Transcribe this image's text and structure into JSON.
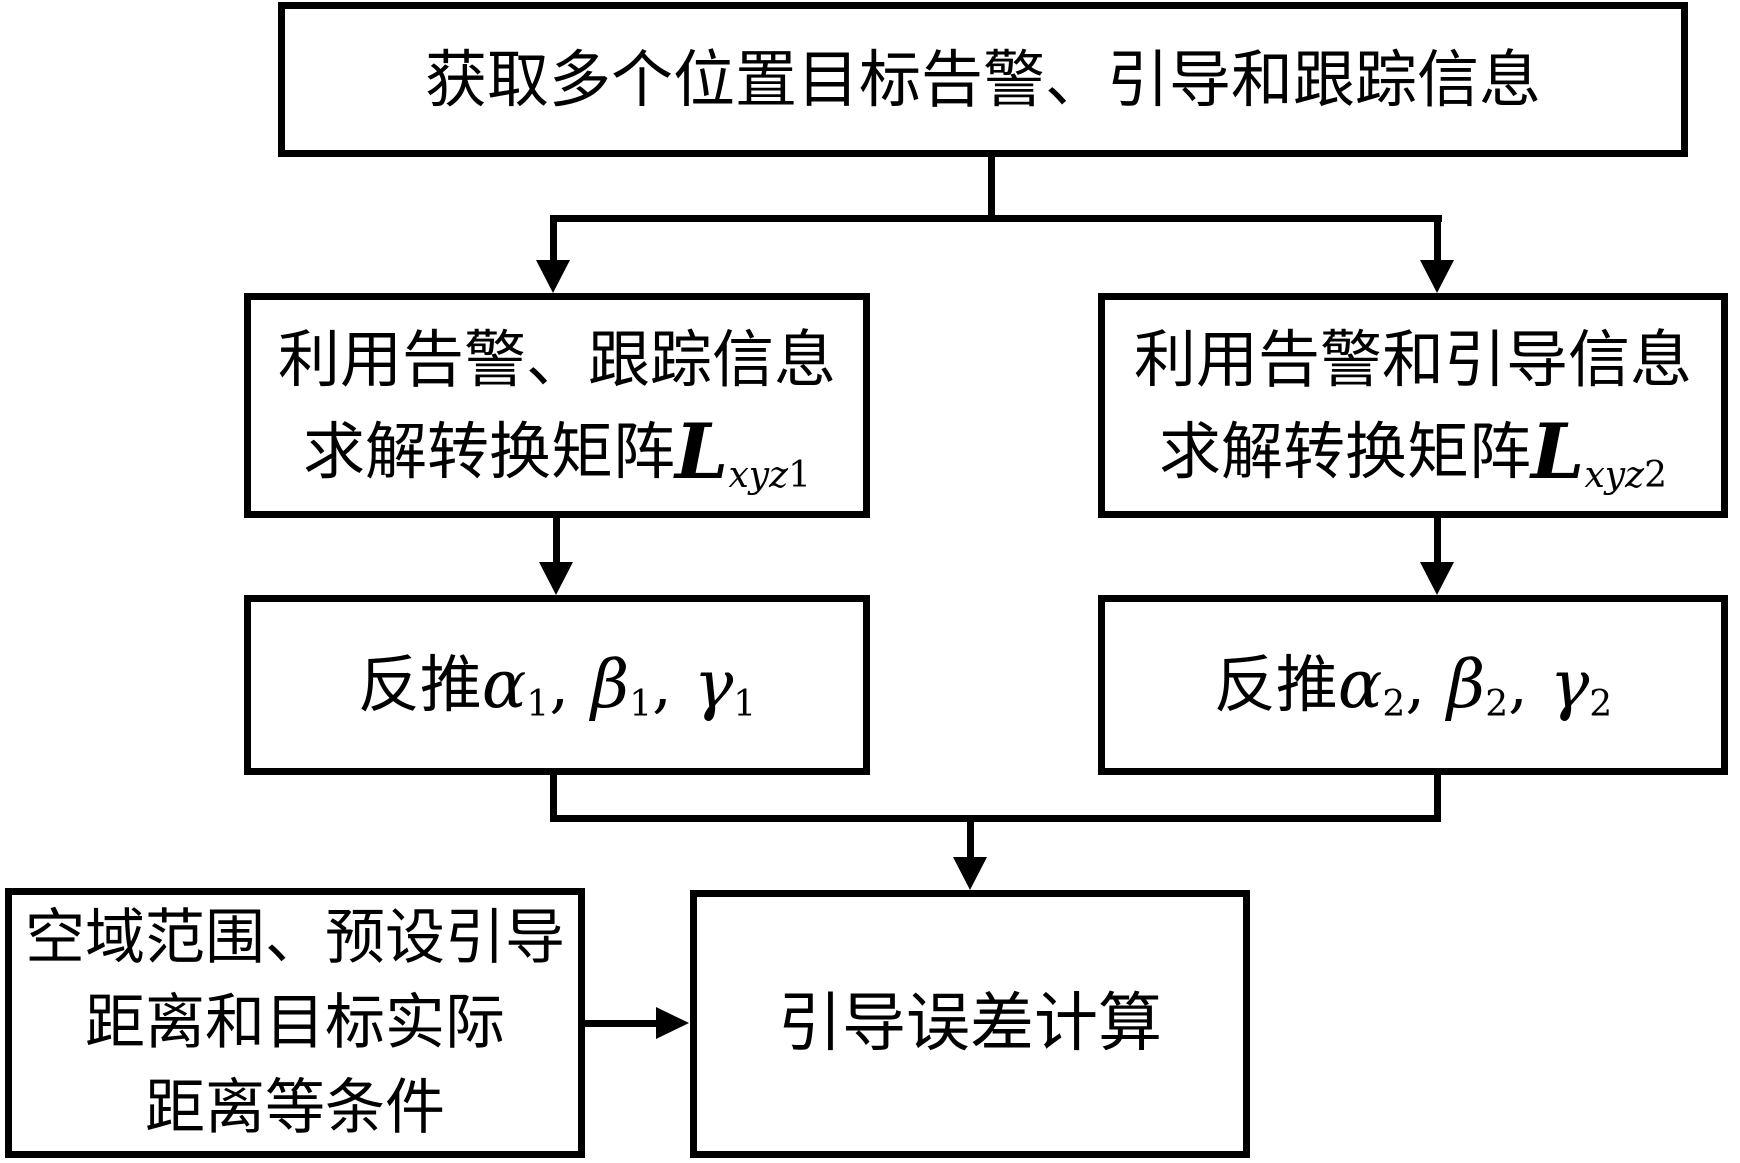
{
  "diagram": {
    "colors": {
      "line": "#000000",
      "background": "#ffffff"
    },
    "boxes": {
      "acquire": {
        "text": "获取多个位置目标告警、引导和跟踪信息"
      },
      "solve1": {
        "line1": "利用告警、跟踪信息",
        "line2_prefix": "求解转换矩阵",
        "matrix_symbol": "L",
        "matrix_sub_letters": "xyz",
        "matrix_sub_digit": "1"
      },
      "solve2": {
        "line1": "利用告警和引导信息",
        "line2_prefix": "求解转换矩阵",
        "matrix_symbol": "L",
        "matrix_sub_letters": "xyz",
        "matrix_sub_digit": "2"
      },
      "derive1": {
        "prefix": "反推",
        "separator": ",",
        "terms": [
          {
            "symbol": "α",
            "subscript": "1"
          },
          {
            "symbol": "β",
            "subscript": "1"
          },
          {
            "symbol": "γ",
            "subscript": "1"
          }
        ]
      },
      "derive2": {
        "prefix": "反推",
        "separator": ",",
        "terms": [
          {
            "symbol": "α",
            "subscript": "2"
          },
          {
            "symbol": "β",
            "subscript": "2"
          },
          {
            "symbol": "γ",
            "subscript": "2"
          }
        ]
      },
      "conditions": {
        "line1": "空域范围、预设引导",
        "line2": "距离和目标实际",
        "line3": "距离等条件"
      },
      "calc": {
        "text": "引导误差计算"
      }
    }
  }
}
